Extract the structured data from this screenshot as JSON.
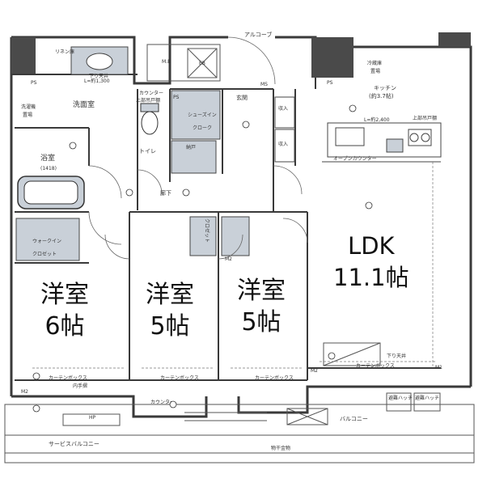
{
  "rooms": {
    "western1": {
      "name": "洋室",
      "size": "6帖"
    },
    "western2": {
      "name": "洋室",
      "size": "5帖"
    },
    "western3": {
      "name": "洋室",
      "size": "5帖"
    },
    "ldk": {
      "name": "LDK",
      "size": "11.1帖"
    }
  },
  "labels": {
    "alcove": "アルコーブ",
    "genkan": "玄関",
    "washroom": "洗面室",
    "bathroom": "浴室",
    "bath_size": "(1418)",
    "toilet": "トイレ",
    "hallway": "廊下",
    "kitchen": "キッチン",
    "kitchen_size": "(約3.7帖)",
    "walkin": "ウォークイン",
    "closet_wic": "クロゼット",
    "closet": "クロゼット",
    "storage": "納戸",
    "shoebox": "シューズイン",
    "shoebox2": "クローク",
    "counter_upper": "カウンター",
    "counter_upper2": "上部吊戸棚",
    "upper_cabinet": "上部吊戸棚",
    "open_counter": "オープンカウンター",
    "curtain_box": "カーテンボックス",
    "curtain_box2": "カーテンボックス",
    "curtain_box3": "カーテンボックス",
    "curtain_box4": "カーテンボックス",
    "inner_handrail": "内手摺",
    "counter": "カウンター",
    "balcony": "バルコニー",
    "service_balcony": "サービスバルコニー",
    "ceiling_drop": "下り天井",
    "ps": "PS",
    "mb": "M.B",
    "ms": "MS",
    "eb": "EB",
    "hp": "HP",
    "m2": "M2",
    "m1": "M1",
    "storage_in": "収入",
    "refrigerator": "冷蔵庫",
    "refrigerator2": "置場",
    "washer": "洗濯機",
    "washer2": "置場",
    "dimension1": "L=約1,300",
    "dimension2": "L=約2,400",
    "linen": "リネン庫",
    "object_grid": "物干金物",
    "vent1": "避難ハッチ",
    "vent2": "避難ハッチ"
  },
  "colors": {
    "wall": "#3a3a3a",
    "fixture_fill": "#c9d0d8",
    "line": "#555555"
  }
}
